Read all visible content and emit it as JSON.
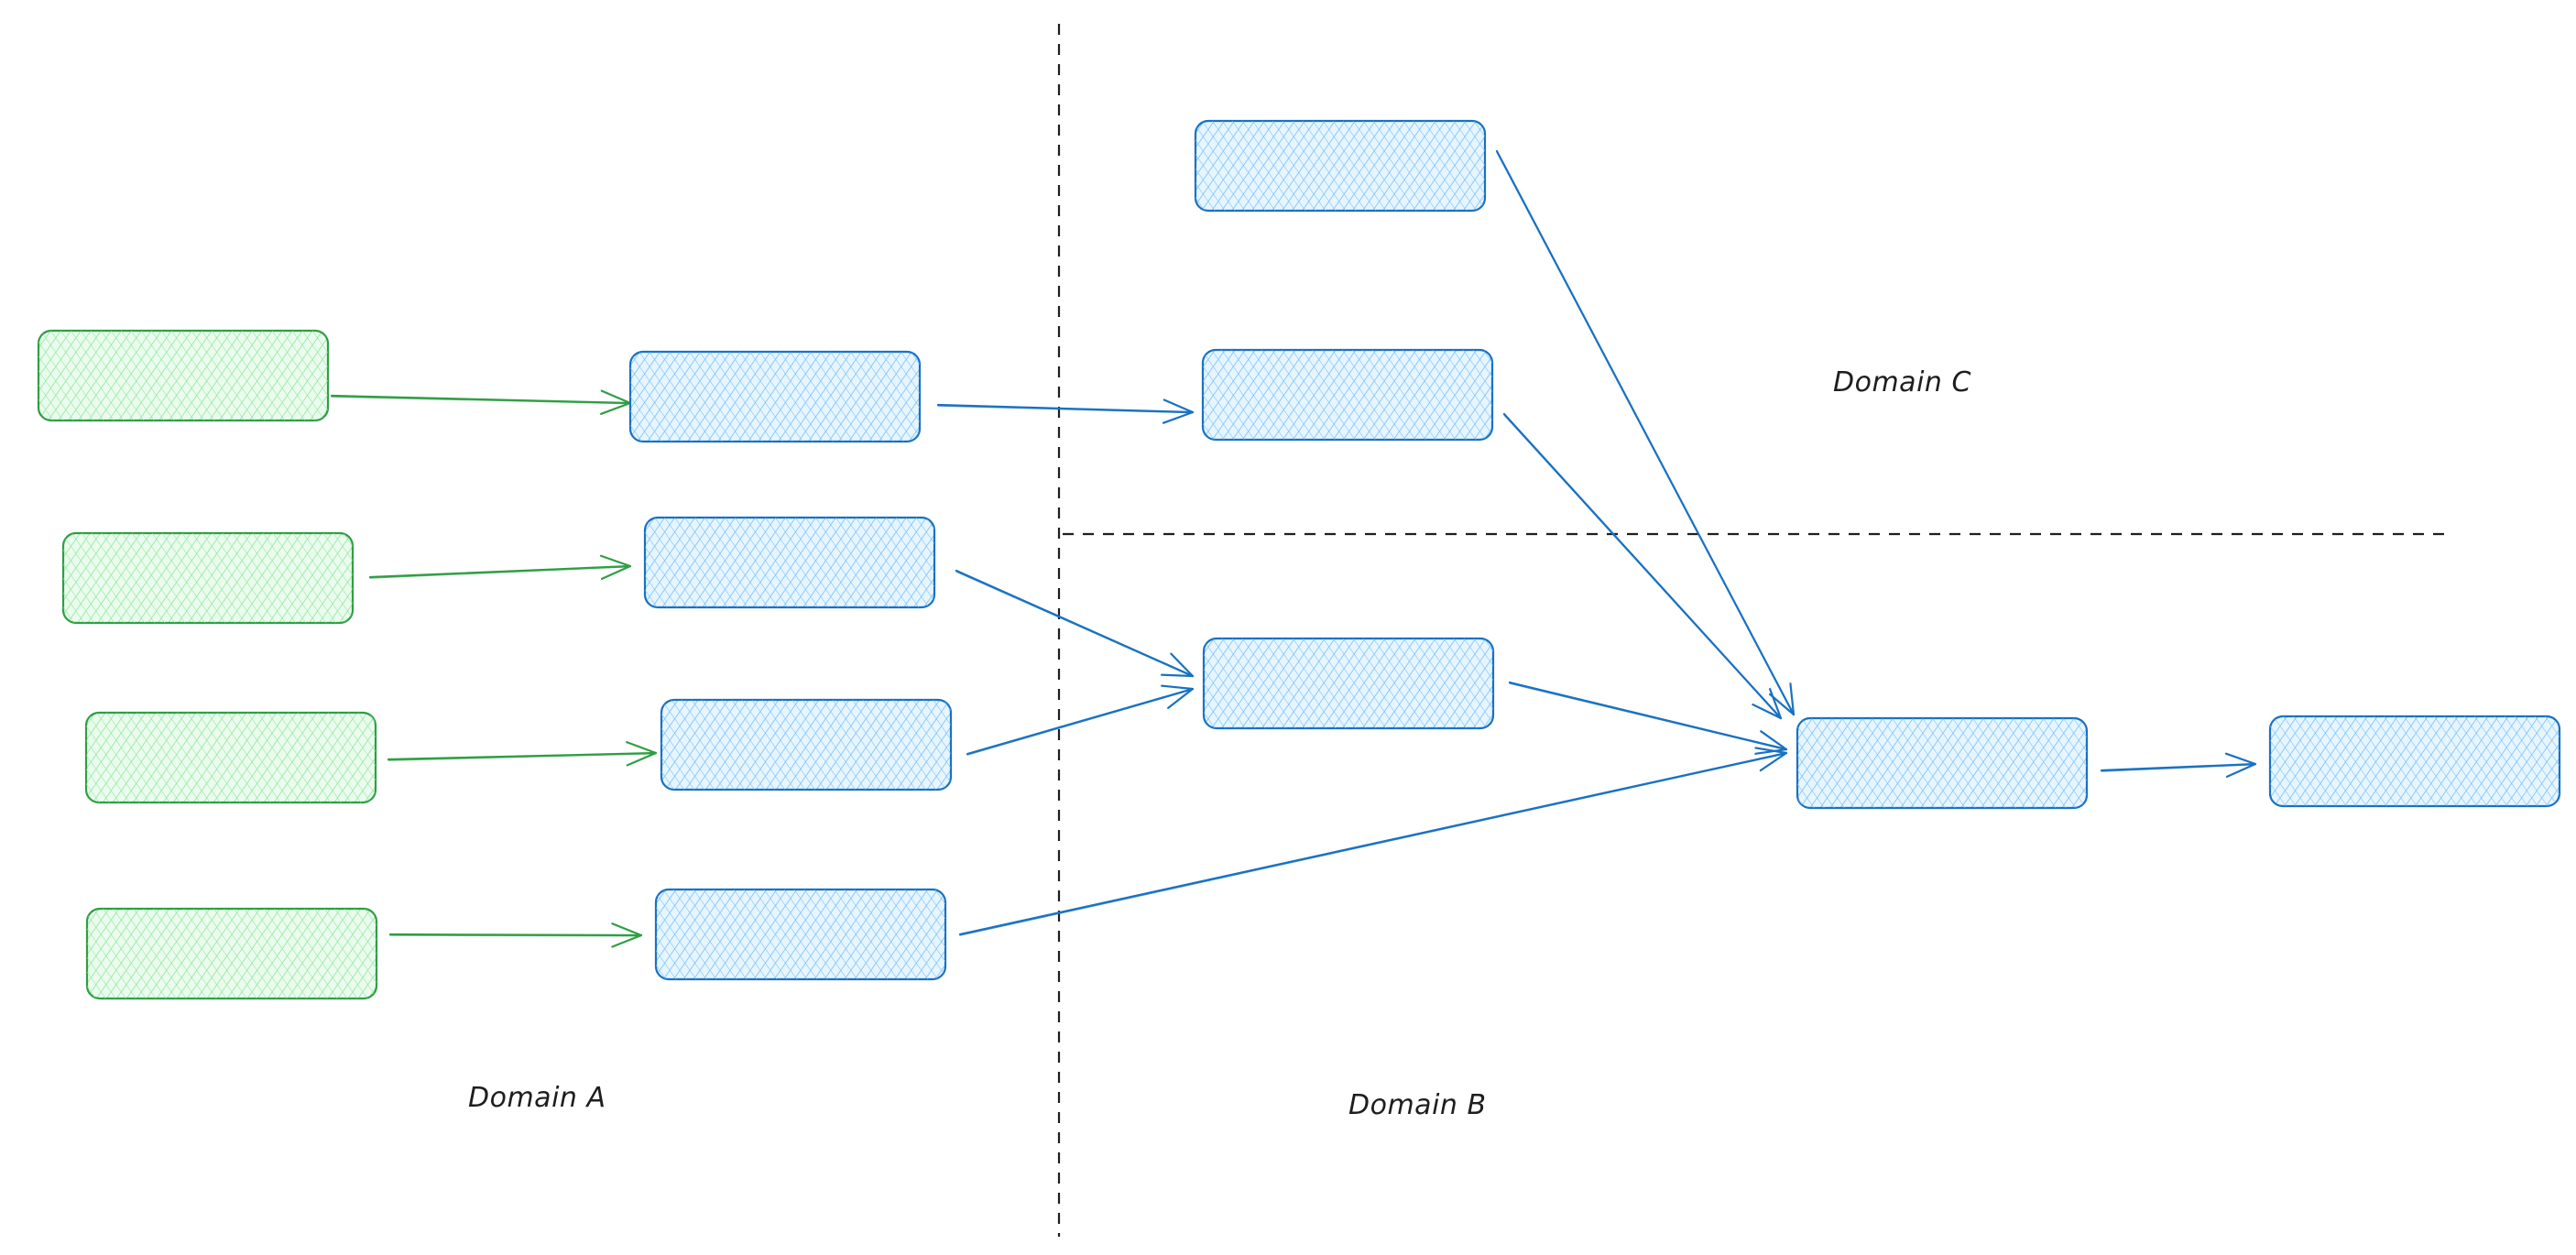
{
  "diagram": {
    "colors": {
      "green_stroke": "#2f9e44",
      "green_fill": "#b2f2bb",
      "blue_stroke": "#1971c2",
      "blue_fill": "#a5d8ff",
      "divider": "#1e1e1e",
      "label": "#1e1e1e"
    },
    "zones": {
      "domain_a": "Domain A",
      "domain_b": "Domain B",
      "domain_c": "Domain C"
    },
    "nodes": [
      {
        "id": "a-src-1",
        "kind": "source",
        "color": "green"
      },
      {
        "id": "a-src-2",
        "kind": "source",
        "color": "green"
      },
      {
        "id": "a-src-3",
        "kind": "source",
        "color": "green"
      },
      {
        "id": "a-src-4",
        "kind": "source",
        "color": "green"
      },
      {
        "id": "a-proc-1",
        "kind": "process",
        "color": "blue"
      },
      {
        "id": "a-proc-2",
        "kind": "process",
        "color": "blue"
      },
      {
        "id": "a-proc-3",
        "kind": "process",
        "color": "blue"
      },
      {
        "id": "a-proc-4",
        "kind": "process",
        "color": "blue"
      },
      {
        "id": "c-node-top",
        "kind": "process",
        "color": "blue"
      },
      {
        "id": "c-node-mid",
        "kind": "process",
        "color": "blue"
      },
      {
        "id": "b-node-mid",
        "kind": "process",
        "color": "blue"
      },
      {
        "id": "hub",
        "kind": "process",
        "color": "blue"
      },
      {
        "id": "sink",
        "kind": "process",
        "color": "blue"
      }
    ],
    "edges": [
      {
        "from": "a-src-1",
        "to": "a-proc-1",
        "color": "green"
      },
      {
        "from": "a-src-2",
        "to": "a-proc-2",
        "color": "green"
      },
      {
        "from": "a-src-3",
        "to": "a-proc-3",
        "color": "green"
      },
      {
        "from": "a-src-4",
        "to": "a-proc-4",
        "color": "green"
      },
      {
        "from": "a-proc-1",
        "to": "c-node-mid",
        "color": "blue"
      },
      {
        "from": "a-proc-2",
        "to": "b-node-mid",
        "color": "blue"
      },
      {
        "from": "a-proc-3",
        "to": "b-node-mid",
        "color": "blue"
      },
      {
        "from": "a-proc-4",
        "to": "hub",
        "color": "blue"
      },
      {
        "from": "c-node-top",
        "to": "hub",
        "color": "blue"
      },
      {
        "from": "c-node-mid",
        "to": "hub",
        "color": "blue"
      },
      {
        "from": "b-node-mid",
        "to": "hub",
        "color": "blue"
      },
      {
        "from": "hub",
        "to": "sink",
        "color": "blue"
      }
    ]
  }
}
